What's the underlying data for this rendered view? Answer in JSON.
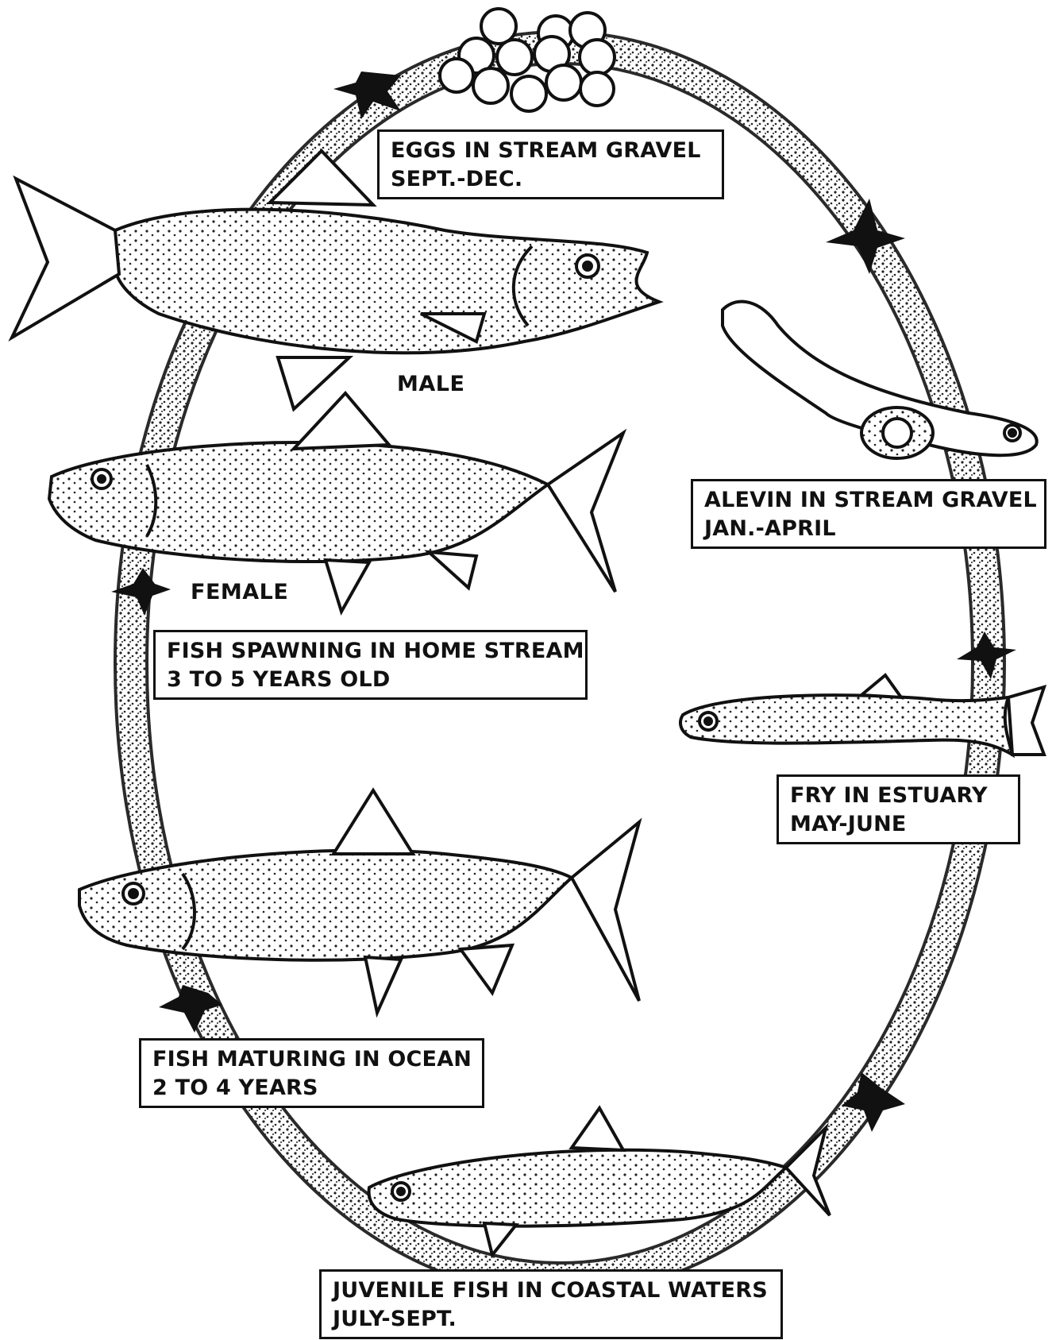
{
  "stages": [
    {
      "line1": "EGGS IN STREAM GRAVEL",
      "line2": "SEPT.-DEC."
    },
    {
      "line1": "ALEVIN IN STREAM GRAVEL",
      "line2": "JAN.-APRIL"
    },
    {
      "line1": "FRY IN ESTUARY",
      "line2": "MAY-JUNE"
    },
    {
      "line1": "JUVENILE FISH IN COASTAL WATERS",
      "line2": "JULY-SEPT."
    },
    {
      "line1": "FISH MATURING IN OCEAN",
      "line2": "2 TO 4 YEARS"
    },
    {
      "line1": "FISH SPAWNING IN HOME STREAM",
      "line2": "3 TO 5 YEARS OLD"
    }
  ],
  "fish_labels": {
    "male": "MALE",
    "female": "FEMALE"
  },
  "colors": {
    "ink": "#111111",
    "ring": "#2a2a2a",
    "paper": "#ffffff"
  }
}
